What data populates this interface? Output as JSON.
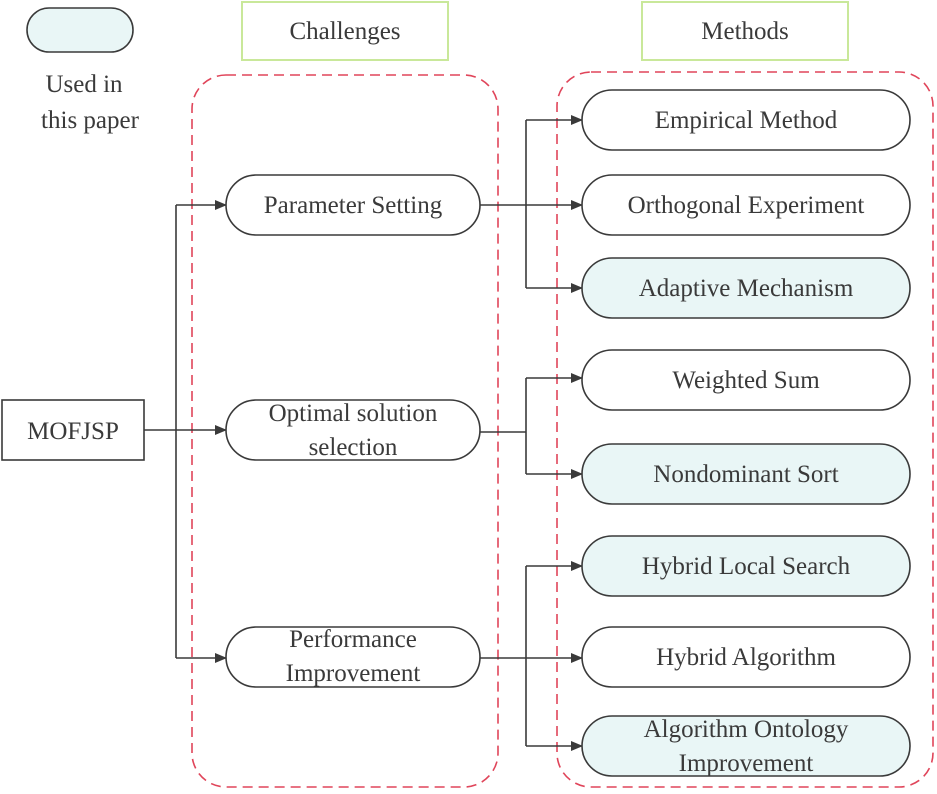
{
  "legend": {
    "label_line1": "Used in",
    "label_line2": "this paper",
    "swatch_color": "#e9f6f6"
  },
  "headers": {
    "challenges": "Challenges",
    "methods": "Methods"
  },
  "root": {
    "label": "MOFJSP"
  },
  "challenges": {
    "parameter_setting": {
      "line1": "Parameter Setting"
    },
    "optimal_solution": {
      "line1": "Optimal solution",
      "line2": "selection"
    },
    "performance": {
      "line1": "Performance",
      "line2": "Improvement"
    }
  },
  "methods": {
    "empirical": {
      "line1": "Empirical Method",
      "used": false
    },
    "orthogonal": {
      "line1": "Orthogonal Experiment",
      "used": false
    },
    "adaptive": {
      "line1": "Adaptive Mechanism",
      "used": true
    },
    "weighted": {
      "line1": "Weighted Sum",
      "used": false
    },
    "nondominant": {
      "line1": "Nondominant Sort",
      "used": true
    },
    "hybrid_local": {
      "line1": "Hybrid Local Search",
      "used": true
    },
    "hybrid_alg": {
      "line1": "Hybrid Algorithm",
      "used": false
    },
    "ontology": {
      "line1": "Algorithm Ontology",
      "line2": "Improvement",
      "used": true
    }
  },
  "colors": {
    "used_fill": "#e9f6f6",
    "header_border": "#c9e89a",
    "group_border": "#e0455a",
    "line": "#3a3a3a"
  }
}
